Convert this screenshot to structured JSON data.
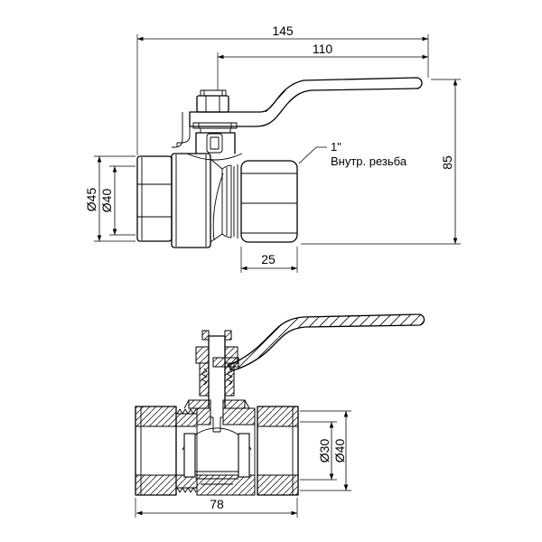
{
  "meta": {
    "colors": {
      "line": "#000000",
      "background": "#ffffff"
    }
  },
  "top": {
    "dim_overall": "145",
    "dim_handle": "110",
    "dim_height": "85",
    "dim_diameter_outer": "Ø45",
    "dim_diameter_union": "Ø40",
    "dim_nut_length": "25",
    "note_size": "1\"",
    "note_thread": "Внутр. резьба"
  },
  "section": {
    "dim_length": "78",
    "dim_diameter_outer": "Ø40",
    "dim_diameter_bore": "Ø30"
  }
}
